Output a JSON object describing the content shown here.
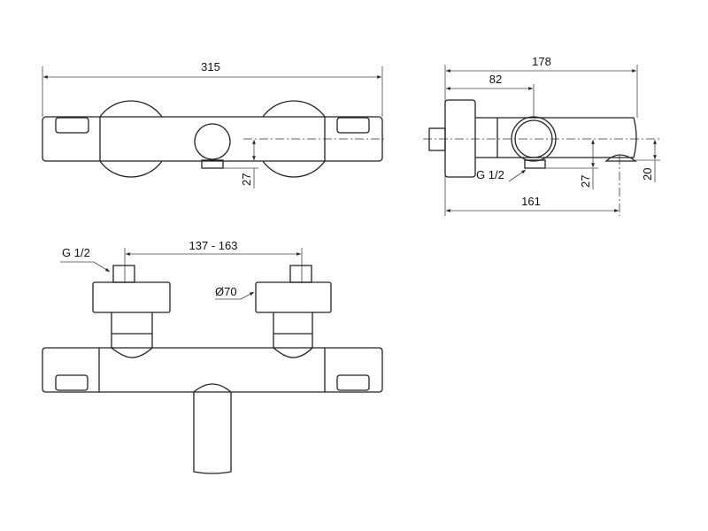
{
  "top_view": {
    "width_dim": "315",
    "outlet_height_dim": "27"
  },
  "side_view": {
    "depth_dim": "178",
    "outlet_depth_dim": "82",
    "spout_depth_dim": "161",
    "outlet_height_dim": "27",
    "spout_height_dim": "20",
    "thread_label": "G 1/2"
  },
  "front_view": {
    "inlet_spacing_dim": "137 - 163",
    "thread_label": "G 1/2",
    "rosette_diameter_label": "Ø70"
  }
}
